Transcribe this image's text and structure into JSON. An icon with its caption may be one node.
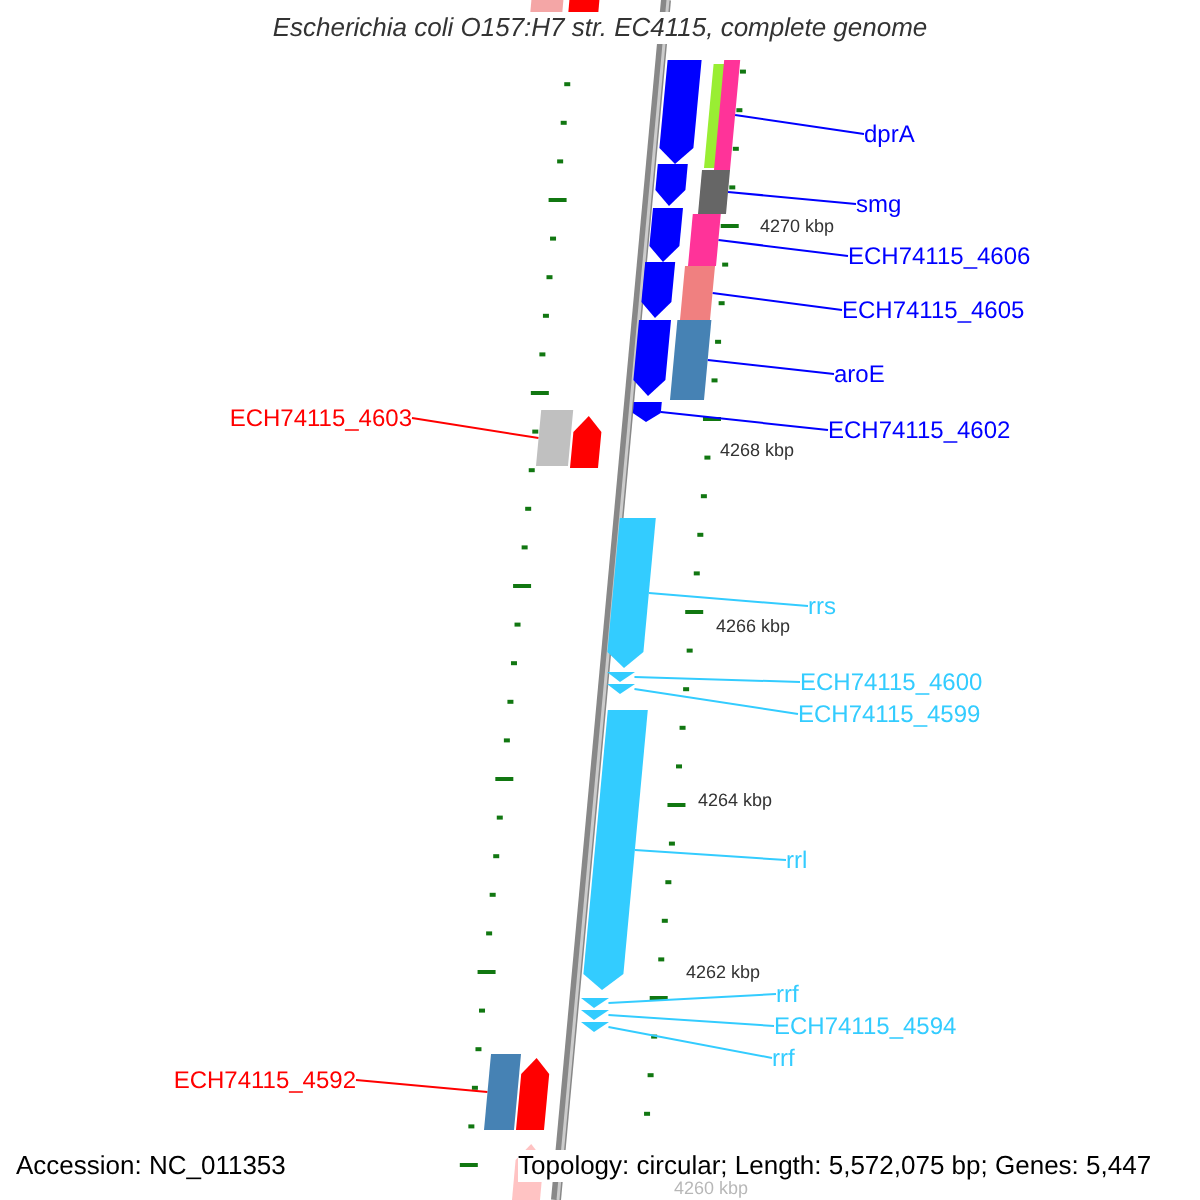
{
  "diagram": {
    "title": "Escherichia coli O157:H7 str. EC4115, complete genome",
    "nodes": [
      {
        "text": [],
        "shape": "bar"
      },
      {
        "text": [
          "dprA"
        ]
      },
      {
        "text": [],
        "shape": "bar"
      },
      {
        "text": [
          "smg"
        ]
      },
      {
        "text": [],
        "shape": "bar"
      },
      {
        "text": [
          "ECH74115_4606"
        ]
      },
      {
        "text": [],
        "shape": "bar"
      },
      {
        "text": [
          "ECH74115_4605"
        ]
      },
      {
        "text": [],
        "shape": "bar"
      },
      {
        "text": [
          "aroE"
        ]
      },
      {
        "text": [],
        "shape": "arrow"
      },
      {
        "text": [
          "ECH74115_4603"
        ]
      },
      {
        "text": [],
        "shape": "bar"
      },
      {
        "text": [
          "ECH74115_4602"
        ]
      },
      {
        "text": [],
        "shape": "arrow"
      },
      {
        "text": [
          "rrs"
        ]
      },
      {
        "text": [],
        "shape": "triangle"
      },
      {
        "text": [],
        "shape": "triangle"
      },
      {
        "text": [
          "ECH74115_4600"
        ]
      },
      {
        "text": [
          "ECH74115_4599"
        ]
      },
      {
        "text": [],
        "shape": "arrow"
      },
      {
        "text": [
          "rrl"
        ]
      },
      {
        "text": [],
        "shape": "triangle"
      },
      {
        "text": [],
        "shape": "triangle"
      },
      {
        "text": [],
        "shape": "triangle"
      },
      {
        "text": [
          "rrf"
        ]
      },
      {
        "text": [
          "ECH74115_4594"
        ]
      },
      {
        "text": [
          "rrf"
        ]
      },
      {
        "text": [
          "ECH74115_4592"
        ]
      },
      {
        "text": [],
        "shape": "bar"
      }
    ],
    "edges": [
      {
        "from": 1,
        "to": 0,
        "arrow": "none",
        "color": "#0000ff"
      },
      {
        "from": 3,
        "to": 2,
        "arrow": "none",
        "color": "#0000ff"
      },
      {
        "from": 5,
        "to": 4,
        "arrow": "none",
        "color": "#0000ff"
      },
      {
        "from": 7,
        "to": 6,
        "arrow": "none",
        "color": "#0000ff"
      },
      {
        "from": 9,
        "to": 8,
        "arrow": "none",
        "color": "#0000ff"
      },
      {
        "from": 11,
        "to": 12,
        "arrow": "none",
        "color": "#ff0000"
      },
      {
        "from": 13,
        "to": 10,
        "arrow": "none",
        "color": "#0000ff"
      },
      {
        "from": 15,
        "to": 14,
        "arrow": "none"
      },
      {
        "from": 18,
        "to": 16,
        "arrow": "none"
      },
      {
        "from": 19,
        "to": 17,
        "arrow": "none"
      },
      {
        "from": 21,
        "to": 20,
        "arrow": "none"
      },
      {
        "from": 25,
        "to": 22,
        "arrow": "none"
      },
      {
        "from": 26,
        "to": 23,
        "arrow": "none"
      },
      {
        "from": 27,
        "to": 24,
        "arrow": "none"
      },
      {
        "from": 28,
        "to": 29,
        "arrow": "none",
        "color": "#ff0000"
      }
    ],
    "labels": [
      "4270 kbp",
      "4268 kbp",
      "4266 kbp",
      "4264 kbp",
      "4262 kbp",
      "Accession: NC_011353",
      "Topology: circular; Length: 5,572,075 bp; Genes: 5,447",
      "4260 kbp"
    ]
  }
}
